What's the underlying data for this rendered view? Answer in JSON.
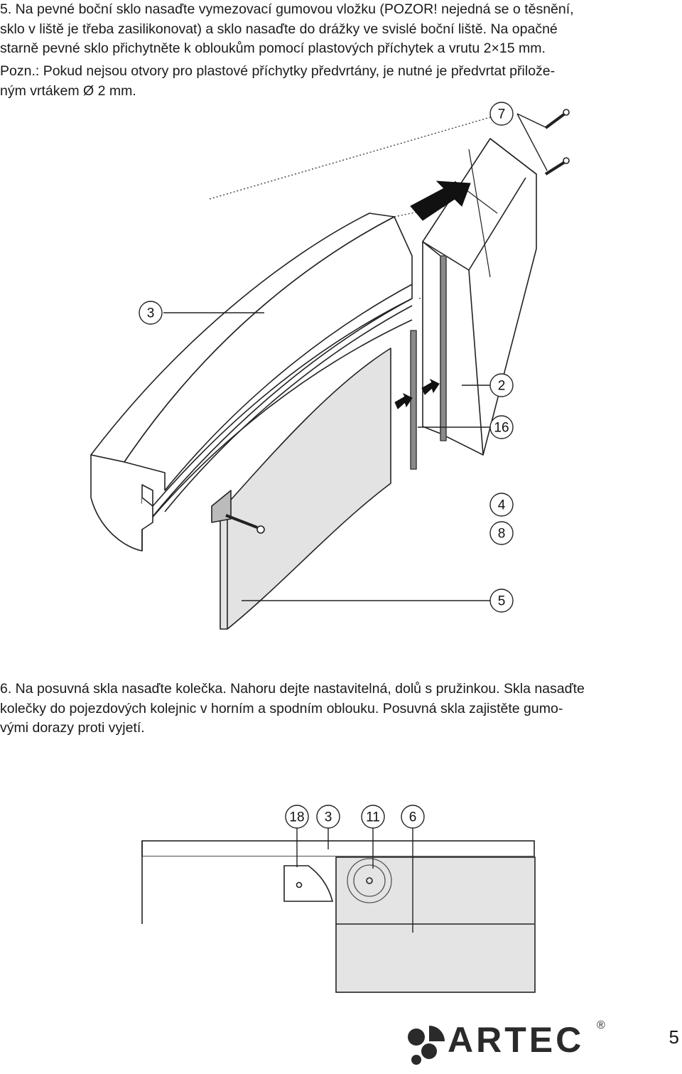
{
  "step5": {
    "lines": [
      "5. Na pevné boční sklo nasaďte vymezovací gumovou vložku (POZOR! nejedná se o těsnění,",
      "sklo v liště je třeba zasilikonovat) a sklo nasaďte do drážky ve svislé boční liště. Na opačné",
      "starně pevné sklo přichytněte k obloukům pomocí plastových příchytek a vrutu 2×15 mm."
    ]
  },
  "note": {
    "lines": [
      "Pozn.: Pokud nejsou otvory pro plastové příchytky předvrtány, je nutné je předvrtat přilože-",
      "ným vrtákem Ø 2 mm."
    ]
  },
  "step6": {
    "lines": [
      "6. Na posuvná skla nasaďte kolečka. Nahoru dejte nastavitelná, dolů s pružinkou. Skla nasaďte",
      "kolečky do pojezdových kolejnic v horním a spodním oblouku. Posuvná skla zajistěte gumo-",
      "vými dorazy proti vyjetí."
    ]
  },
  "diagram1": {
    "callouts": [
      "7",
      "3",
      "2",
      "16",
      "4",
      "8",
      "5"
    ]
  },
  "diagram2": {
    "callouts": [
      "18",
      "3",
      "11",
      "6"
    ]
  },
  "logo": {
    "text": "ARTEC",
    "mark": "®"
  },
  "page_number": "5"
}
